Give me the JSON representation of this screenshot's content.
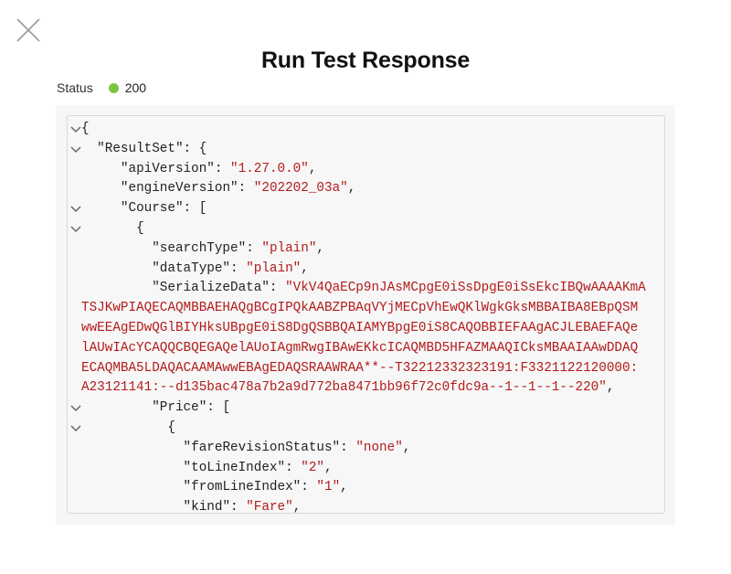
{
  "dialog": {
    "title": "Run Test Response",
    "status_label": "Status",
    "status_code": "200",
    "status_color": "#7dc442"
  },
  "code_lines": [
    {
      "indent": "",
      "parts": [
        [
          "p",
          "{"
        ]
      ],
      "fold": true
    },
    {
      "indent": "  ",
      "parts": [
        [
          "k",
          "\"ResultSet\""
        ],
        [
          "p",
          ": {"
        ]
      ],
      "fold": true
    },
    {
      "indent": "     ",
      "parts": [
        [
          "k",
          "\"apiVersion\""
        ],
        [
          "p",
          ": "
        ],
        [
          "s",
          "\"1.27.0.0\""
        ],
        [
          "p",
          ","
        ]
      ],
      "fold": false
    },
    {
      "indent": "     ",
      "parts": [
        [
          "k",
          "\"engineVersion\""
        ],
        [
          "p",
          ": "
        ],
        [
          "s",
          "\"202202_03a\""
        ],
        [
          "p",
          ","
        ]
      ],
      "fold": false
    },
    {
      "indent": "     ",
      "parts": [
        [
          "k",
          "\"Course\""
        ],
        [
          "p",
          ": ["
        ]
      ],
      "fold": true
    },
    {
      "indent": "       ",
      "parts": [
        [
          "p",
          "{"
        ]
      ],
      "fold": true
    },
    {
      "indent": "         ",
      "parts": [
        [
          "k",
          "\"searchType\""
        ],
        [
          "p",
          ": "
        ],
        [
          "s",
          "\"plain\""
        ],
        [
          "p",
          ","
        ]
      ],
      "fold": false
    },
    {
      "indent": "         ",
      "parts": [
        [
          "k",
          "\"dataType\""
        ],
        [
          "p",
          ": "
        ],
        [
          "s",
          "\"plain\""
        ],
        [
          "p",
          ","
        ]
      ],
      "fold": false
    },
    {
      "indent": "         ",
      "parts": [
        [
          "k",
          "\"SerializeData\""
        ],
        [
          "p",
          ": "
        ],
        [
          "s",
          "\"VkV4QaECp9nJAsMCpgE0iSsDpgE0iSsEkcIBQwAAAAKmA"
        ]
      ],
      "fold": false
    },
    {
      "wrap": "TSJKwPIAQECAQMBBAEHAQgBCgIPQkAABZPBAqVYjMECpVhEwQKlWgkGksMBBAIBA8EBpQSM"
    },
    {
      "wrap": "wwEEAgEDwQGlBIYHksUBpgE0iS8DgQSBBQAIAMYBpgE0iS8CAQOBBIEFAAgACJLEBAEFAQe"
    },
    {
      "wrap": "lAUwIAcYCAQQCBQEGAQelAUoIAgmRwgIBAwEKkcICAQMBD5HFAZMAAQICksMBAAIAAwDDAQ"
    },
    {
      "wrap": "ECAQMBA5LDAQACAAMAwwEBAgEDAQSRAAWRAA**--T32212332323191:F3321122120000:"
    },
    {
      "wrapend": "A23121141:--d135bac478a7b2a9d772ba8471bb96f72c0fdc9a--1--1--1--220\"",
      "suffix": ","
    },
    {
      "indent": "         ",
      "parts": [
        [
          "k",
          "\"Price\""
        ],
        [
          "p",
          ": ["
        ]
      ],
      "fold": true
    },
    {
      "indent": "           ",
      "parts": [
        [
          "p",
          "{"
        ]
      ],
      "fold": true
    },
    {
      "indent": "             ",
      "parts": [
        [
          "k",
          "\"fareRevisionStatus\""
        ],
        [
          "p",
          ": "
        ],
        [
          "s",
          "\"none\""
        ],
        [
          "p",
          ","
        ]
      ],
      "fold": false
    },
    {
      "indent": "             ",
      "parts": [
        [
          "k",
          "\"toLineIndex\""
        ],
        [
          "p",
          ": "
        ],
        [
          "s",
          "\"2\""
        ],
        [
          "p",
          ","
        ]
      ],
      "fold": false
    },
    {
      "indent": "             ",
      "parts": [
        [
          "k",
          "\"fromLineIndex\""
        ],
        [
          "p",
          ": "
        ],
        [
          "s",
          "\"1\""
        ],
        [
          "p",
          ","
        ]
      ],
      "fold": false
    },
    {
      "indent": "             ",
      "parts": [
        [
          "k",
          "\"kind\""
        ],
        [
          "p",
          ": "
        ],
        [
          "s",
          "\"Fare\""
        ],
        [
          "p",
          ","
        ]
      ],
      "fold": false
    }
  ]
}
